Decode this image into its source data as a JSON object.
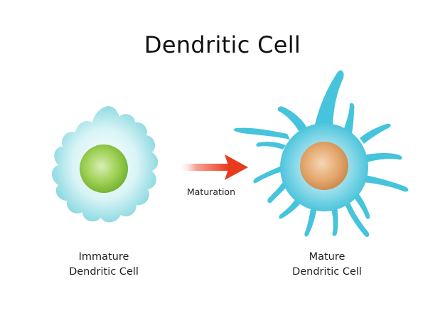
{
  "title": "Dendritic Cell",
  "arrow_label": "Maturation",
  "immature": {
    "line1": "Immature",
    "line2": "Dendritic Cell",
    "nucleus_color": "#8cc43c",
    "cell_color": "#8fdde6"
  },
  "mature": {
    "line1": "Mature",
    "line2": "Dendritic Cell",
    "nucleus_color": "#e1a46d",
    "cell_color": "#45c4dc"
  },
  "arrow_color": "#ea3a1e"
}
